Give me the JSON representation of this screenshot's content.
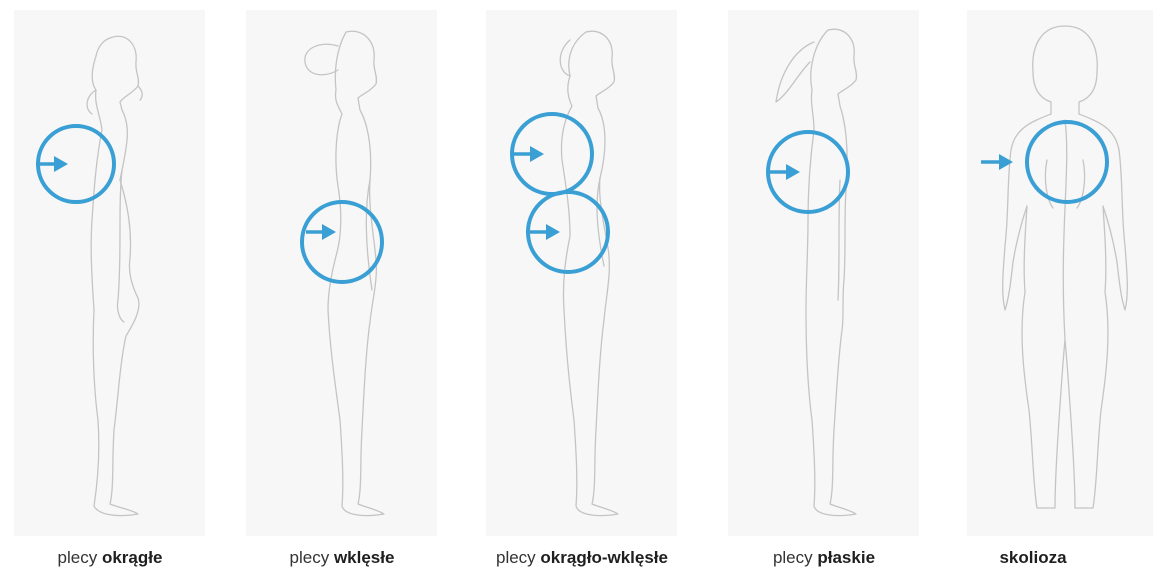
{
  "accent_color": "#3a9fd4",
  "panels": [
    {
      "caption_prefix": "plecy",
      "caption_bold": "okrągłe",
      "figure": "side-view-woman-ponytail",
      "marker_icon": "target-circle-arrow-icon"
    },
    {
      "caption_prefix": "plecy",
      "caption_bold": "wklęsłe",
      "figure": "side-view-woman-bun",
      "marker_icon": "target-circle-arrow-icon"
    },
    {
      "caption_prefix": "plecy",
      "caption_bold": "okrągło-wklęsłe",
      "figure": "side-view-woman-short-hair",
      "marker_icon": "target-circle-arrow-icon"
    },
    {
      "caption_prefix": "plecy",
      "caption_bold": "płaskie",
      "figure": "side-view-woman-ponytail-high",
      "marker_icon": "target-circle-arrow-icon"
    },
    {
      "caption_prefix": "",
      "caption_bold": "skolioza",
      "figure": "back-view-woman",
      "marker_icon": "target-circle-arrow-icon"
    }
  ]
}
